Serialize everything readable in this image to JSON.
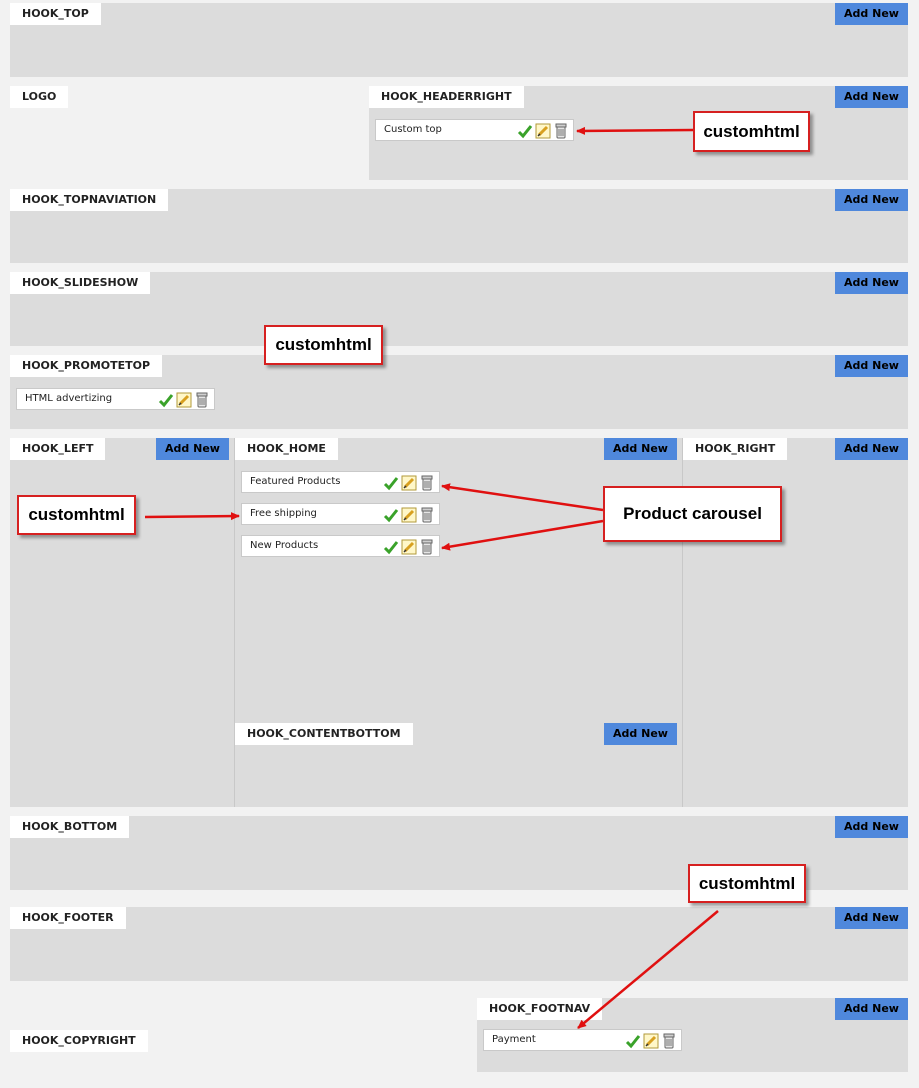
{
  "colors": {
    "panel": "#dcdcdc",
    "button": "#4f88dc",
    "annotation": "#e01010",
    "background": "#f2f2f2"
  },
  "add_new_label": "Add New",
  "hooks": {
    "top": "HOOK_TOP",
    "logo": "LOGO",
    "headerright": "HOOK_HEADERRIGHT",
    "topnav": "HOOK_TOPNAVIATION",
    "slideshow": "HOOK_SLIDESHOW",
    "promotetop": "HOOK_PROMOTETOP",
    "left": "HOOK_LEFT",
    "home": "HOOK_HOME",
    "right": "HOOK_RIGHT",
    "contentbottom": "HOOK_CONTENTBOTTOM",
    "bottom": "HOOK_BOTTOM",
    "footer": "HOOK_FOOTER",
    "footnav": "HOOK_FOOTNAV",
    "copyright": "HOOK_COPYRIGHT"
  },
  "modules": {
    "custom_top": "Custom top",
    "html_advertizing": "HTML advertizing",
    "featured_products": "Featured Products",
    "free_shipping": "Free shipping",
    "new_products": "New Products",
    "payment": "Payment"
  },
  "module_icons": [
    "check-icon",
    "edit-icon",
    "delete-icon"
  ],
  "callouts": {
    "header": "customhtml",
    "promote": "customhtml",
    "left": "customhtml",
    "carousel": "Product carousel",
    "footer": "customhtml"
  }
}
